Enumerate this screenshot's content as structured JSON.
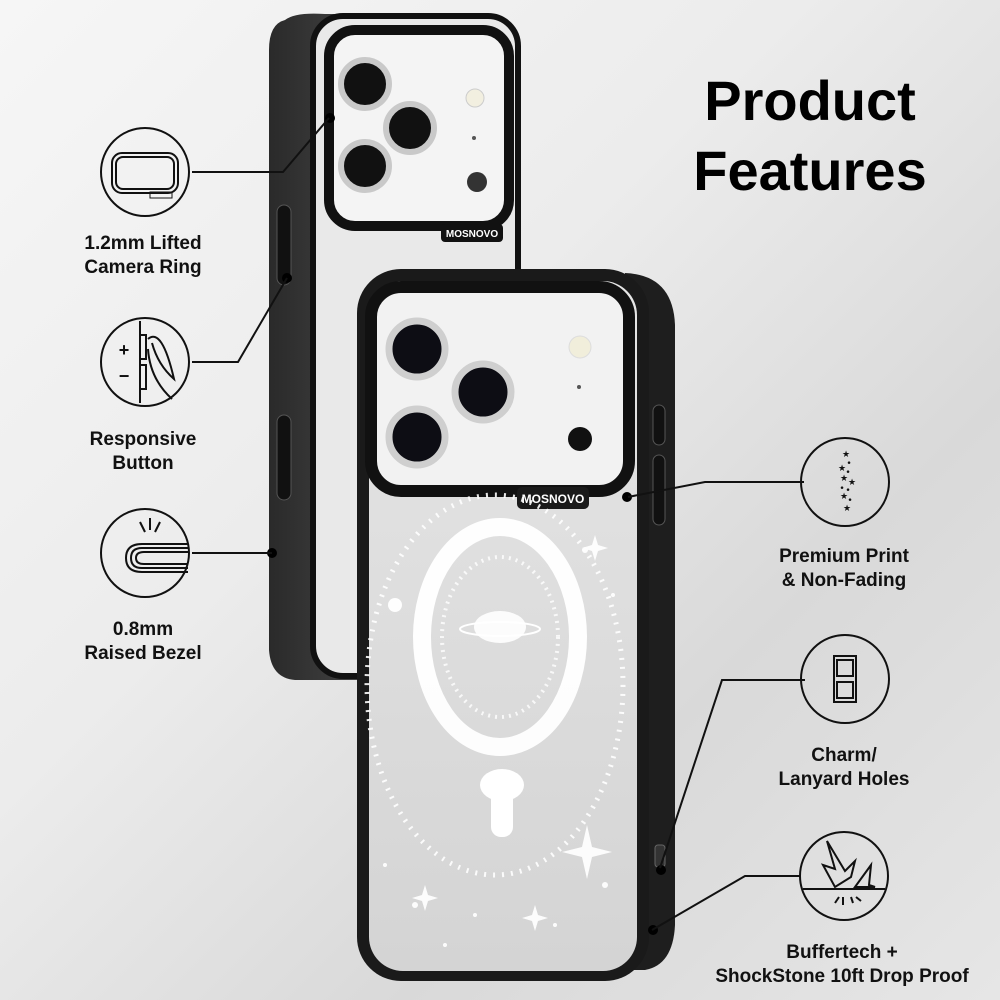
{
  "header": {
    "title_line1": "Product",
    "title_line2": "Features"
  },
  "brand": {
    "logo_text": "MOSNOVO",
    "case_color": "#1c1c1c",
    "accent": "#000000"
  },
  "features": [
    {
      "id": "camera-ring",
      "line1": "1.2mm Lifted",
      "line2": "Camera Ring",
      "icon": "camera-ring-icon"
    },
    {
      "id": "button",
      "line1": "Responsive",
      "line2": "Button",
      "icon": "volume-button-icon"
    },
    {
      "id": "bezel",
      "line1": "0.8mm",
      "line2": "Raised Bezel",
      "icon": "raised-bezel-icon"
    },
    {
      "id": "print",
      "line1": "Premium Print",
      "line2": "& Non-Fading",
      "icon": "stars-print-icon"
    },
    {
      "id": "holes",
      "line1": "Charm/",
      "line2": "Lanyard Holes",
      "icon": "lanyard-hole-icon"
    },
    {
      "id": "drop",
      "line1": "Buffertech +",
      "line2": "ShockStone 10ft Drop Proof",
      "icon": "shock-impact-icon"
    }
  ],
  "icon_labels": {
    "camera_mini_logo": "MOSNOVO",
    "plus": "+",
    "minus": "−"
  }
}
